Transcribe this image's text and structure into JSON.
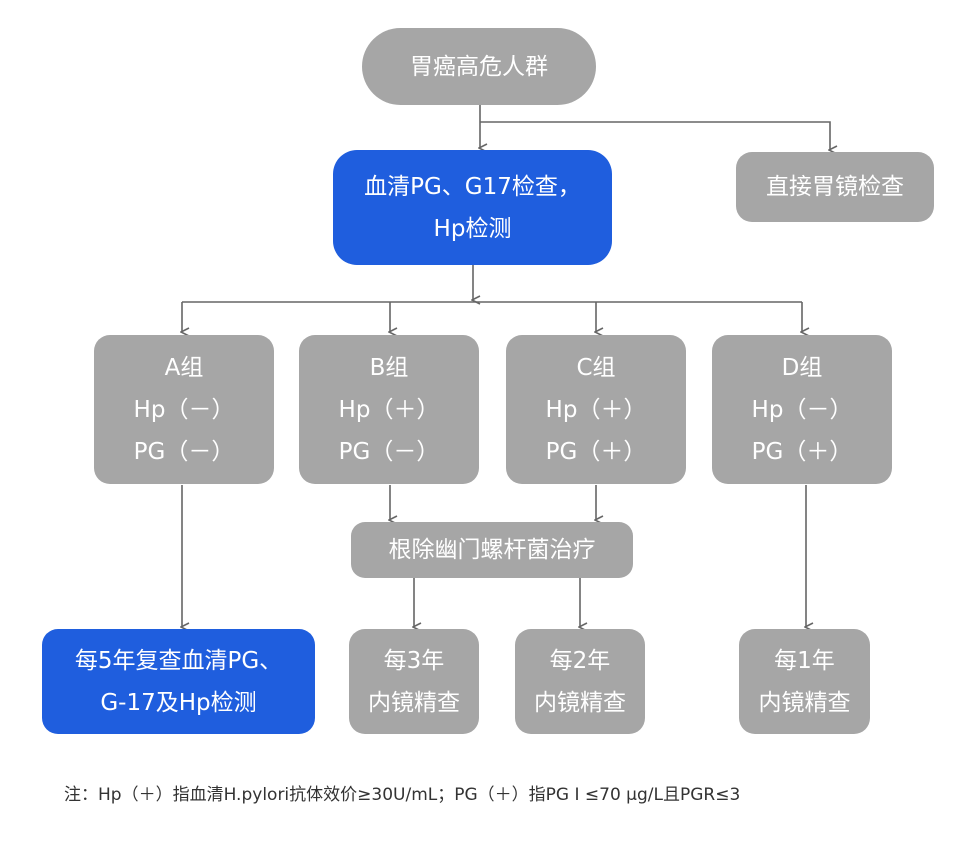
{
  "nodes": {
    "root": "胃癌高危人群",
    "serum_line1": "血清PG、G17检查，",
    "serum_line2": "Hp检测",
    "direct": "直接胃镜检查",
    "group_a": {
      "title": "A组",
      "hp": "Hp（－）",
      "pg": "PG（－）"
    },
    "group_b": {
      "title": "B组",
      "hp": "Hp（＋）",
      "pg": "PG（－）"
    },
    "group_c": {
      "title": "C组",
      "hp": "Hp（＋）",
      "pg": "PG（＋）"
    },
    "group_d": {
      "title": "D组",
      "hp": "Hp（－）",
      "pg": "PG（＋）"
    },
    "eradicate": "根除幽门螺杆菌治疗",
    "every5_line1": "每5年复查血清PG、",
    "every5_line2": "G-17及Hp检测",
    "every3_line1": "每3年",
    "every3_line2": "内镜精查",
    "every2_line1": "每2年",
    "every2_line2": "内镜精查",
    "every1_line1": "每1年",
    "every1_line2": "内镜精查"
  },
  "note": "注：Hp（＋）指血清H.pylori抗体效价≥30U/mL；PG（＋）指PG Ⅰ ≤70 μg/L且PGR≤3",
  "colors": {
    "gray_node": "#a6a6a6",
    "blue_node": "#1f5ede",
    "connector": "#666666"
  }
}
